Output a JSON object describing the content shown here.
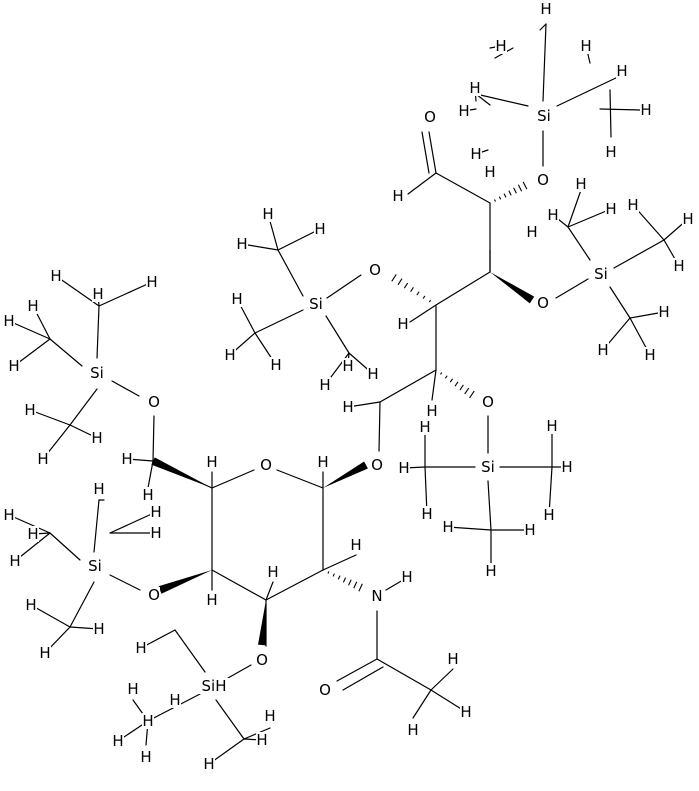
{
  "molecule": {
    "atom_labels": {
      "oxygen": "O",
      "hydrogen": "H",
      "silicon": "Si",
      "nitrogen": "N",
      "silicon_hydride": "SiH"
    }
  },
  "colors": {
    "bond": "#000000",
    "label": "#000000",
    "background": "#ffffff"
  }
}
